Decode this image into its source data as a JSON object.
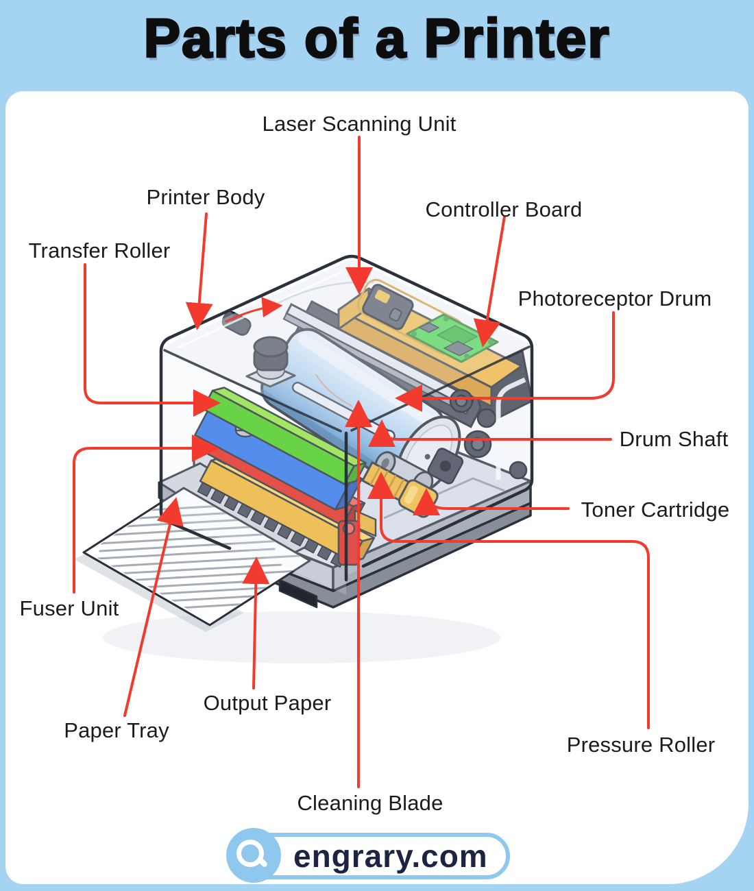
{
  "title": "Parts of a Printer",
  "diagram": {
    "labels": {
      "laser_scanning_unit": "Laser Scanning Unit",
      "printer_body": "Printer Body",
      "controller_board": "Controller Board",
      "transfer_roller": "Transfer Roller",
      "photoreceptor_drum": "Photoreceptor Drum",
      "drum_shaft": "Drum Shaft",
      "toner_cartridge": "Toner Cartridge",
      "fuser_unit": "Fuser Unit",
      "paper_tray": "Paper Tray",
      "output_paper": "Output Paper",
      "pressure_roller": "Pressure Roller",
      "cleaning_blade": "Cleaning Blade"
    }
  },
  "footer": {
    "site_name": "engrary.com",
    "icon": "search-icon"
  },
  "colors": {
    "background": "#a5d3f2",
    "card": "#ffffff",
    "leader_line": "#f23a2e",
    "title_text": "#0d0d0d",
    "label_text": "#1b1b1b",
    "footer_text": "#1d2442",
    "footer_accent": "#8ec8ef",
    "drum_blue": "#a9d2f3",
    "transfer_green": "#46cc17",
    "fuser_red": "#e32417",
    "toner_yellow": "#f4b62e",
    "pcb_green": "#3fd93f"
  }
}
